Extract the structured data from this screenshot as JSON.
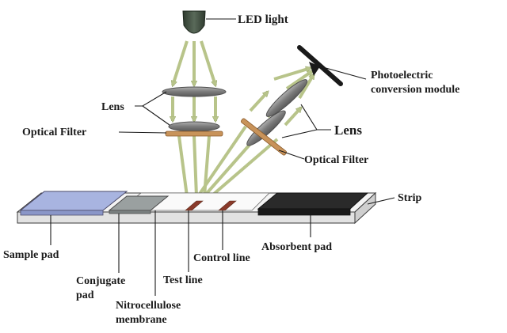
{
  "labels": {
    "led_light": "LED light",
    "lens_left": "Lens",
    "optical_filter_left": "Optical Filter",
    "photoelectric_line1": "Photoelectric",
    "photoelectric_line2": "conversion module",
    "lens_right": "Lens",
    "optical_filter_right": "Optical Filter",
    "strip": "Strip",
    "sample_pad": "Sample pad",
    "absorbent_pad": "Absorbent pad",
    "control_line": "Control line",
    "conjugate_pad_line1": "Conjugate",
    "conjugate_pad_line2": "pad",
    "test_line": "Test line",
    "nitrocellulose_line1": "Nitrocellulose",
    "nitrocellulose_line2": "membrane"
  },
  "colors": {
    "beam": "#b8c48a",
    "led": "#3a4a3a",
    "lens": "#8a8a8a",
    "filter": "#c8935a",
    "sample_pad": "#a8b4e0",
    "absorbent_pad": "#2a2a2a",
    "test_line": "#8a3a2a",
    "control_line": "#8a3a2a",
    "strip_body": "#f2f2f2"
  }
}
